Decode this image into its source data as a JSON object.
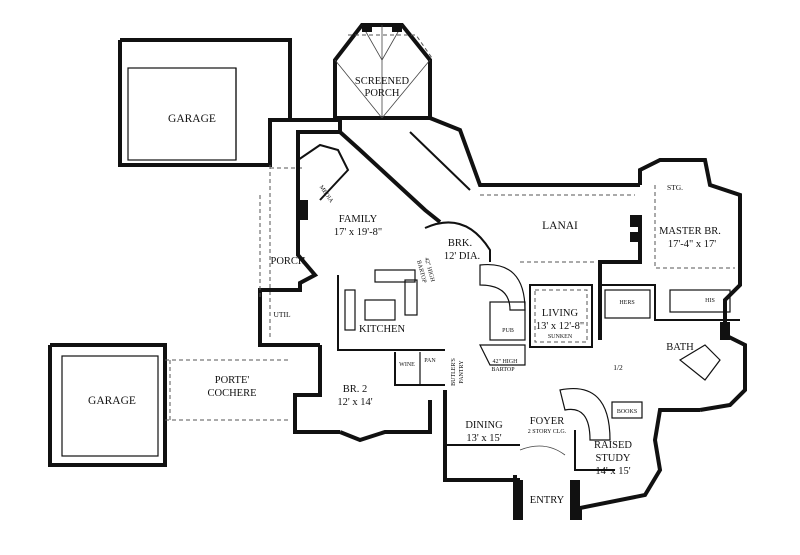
{
  "rooms": {
    "garage_top": "GARAGE",
    "screened_porch_1": "SCREENED",
    "screened_porch_2": "PORCH",
    "media": "MEDIA",
    "family_1": "FAMILY",
    "family_2": "17' x 19'-8\"",
    "brk_1": "BRK.",
    "brk_2": "12' DIA.",
    "lanai": "LANAI",
    "stg": "STG.",
    "master_1": "MASTER BR.",
    "master_2": "17'-4\" x 17'",
    "porch": "PORCH",
    "bartop_top_1": "42\" HIGH",
    "bartop_top_2": "BARTOP",
    "util": "UTIL",
    "kitchen": "KITCHEN",
    "living_1": "LIVING",
    "living_2": "13' x 12'-8\"",
    "living_3": "SUNKEN",
    "pub": "PUB",
    "hers": "HERS",
    "his": "HIS",
    "bath": "BATH",
    "half_bath": "1/2",
    "wine": "WINE",
    "pan": "PAN",
    "butlers_1": "BUTLER'S",
    "butlers_2": "PANTRY",
    "bartop_bottom_1": "42\" HIGH",
    "bartop_bottom_2": "BARTOP",
    "garage_bottom": "GARAGE",
    "porte_1": "PORTE'",
    "porte_2": "COCHERE",
    "br2_1": "BR. 2",
    "br2_2": "12' x 14'",
    "dining_1": "DINING",
    "dining_2": "13' x 15'",
    "foyer_1": "FOYER",
    "foyer_2": "2 STORY CLG.",
    "books": "BOOKS",
    "study_1": "RAISED",
    "study_2": "STUDY",
    "study_3": "14' x 15'",
    "entry": "ENTRY"
  }
}
